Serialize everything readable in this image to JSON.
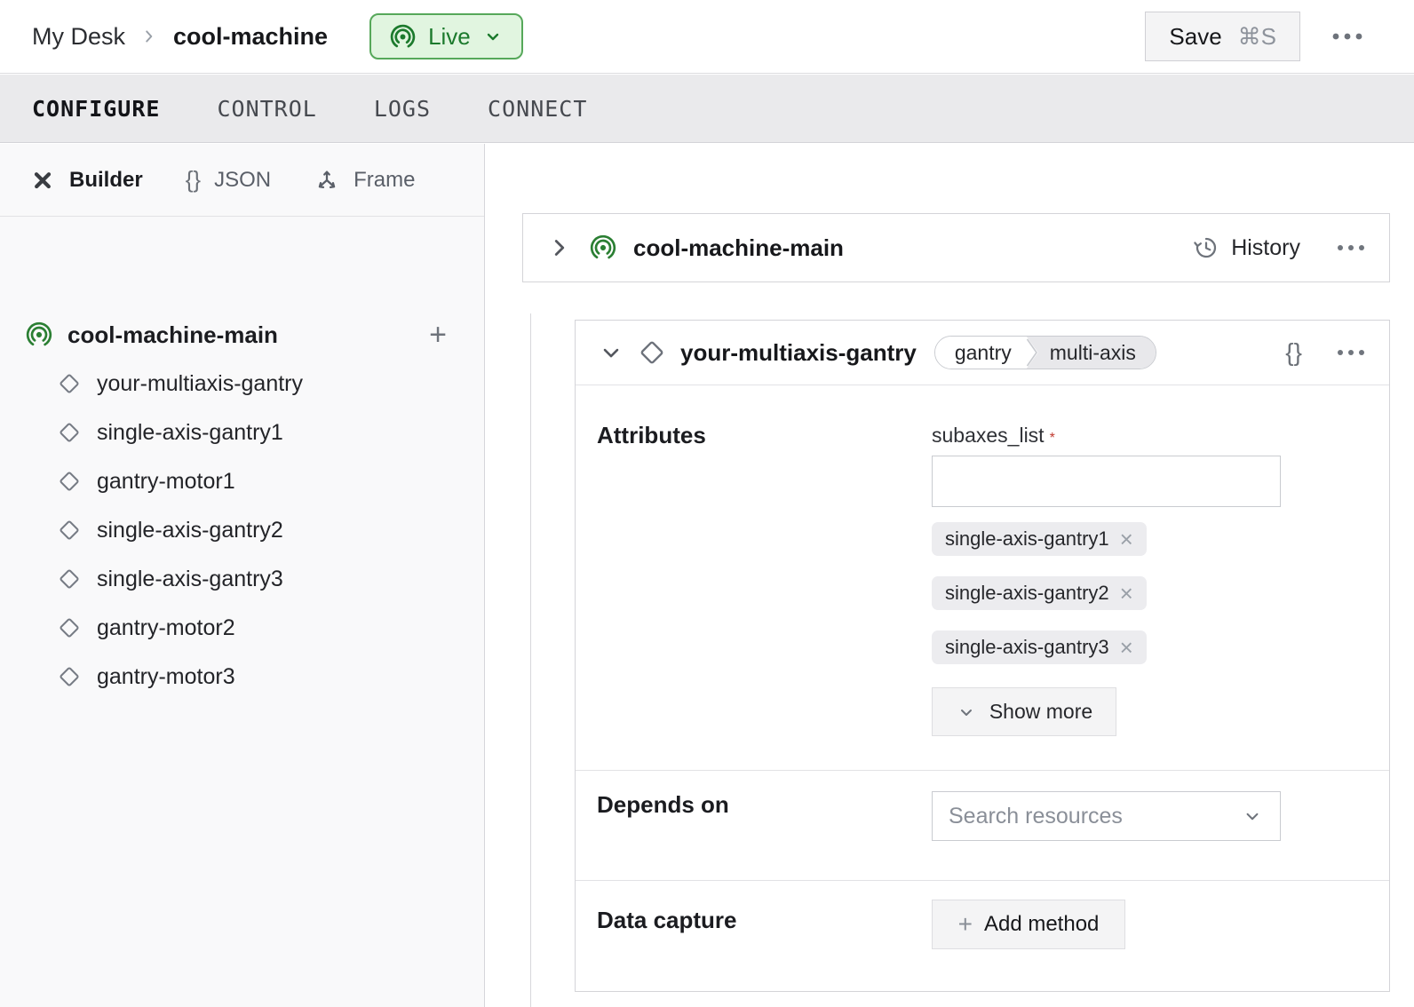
{
  "icons": {
    "close": "×",
    "plus": "+",
    "braces": "{}"
  },
  "topbar": {
    "breadcrumb": {
      "parent": "My Desk",
      "current": "cool-machine"
    },
    "status": {
      "label": "Live"
    },
    "save": {
      "label": "Save",
      "shortcut": "⌘S"
    }
  },
  "nav_tabs": [
    {
      "label": "CONFIGURE",
      "active": true
    },
    {
      "label": "CONTROL",
      "active": false
    },
    {
      "label": "LOGS",
      "active": false
    },
    {
      "label": "CONNECT",
      "active": false
    }
  ],
  "sidebar": {
    "view_tabs": [
      {
        "label": "Builder",
        "icon": "tools-icon",
        "active": true
      },
      {
        "label": "JSON",
        "icon": "braces-icon",
        "active": false
      },
      {
        "label": "Frame",
        "icon": "axes-icon",
        "active": false
      }
    ],
    "tree": {
      "root": "cool-machine-main",
      "children": [
        "your-multiaxis-gantry",
        "single-axis-gantry1",
        "gantry-motor1",
        "single-axis-gantry2",
        "single-axis-gantry3",
        "gantry-motor2",
        "gantry-motor3"
      ]
    }
  },
  "main": {
    "part_card": {
      "title": "cool-machine-main",
      "history_label": "History"
    },
    "component_card": {
      "title": "your-multiaxis-gantry",
      "tags": [
        "gantry",
        "multi-axis"
      ],
      "attributes": {
        "section_label": "Attributes",
        "field_label": "subaxes_list",
        "required_marker": "*",
        "input_value": "",
        "chips": [
          "single-axis-gantry1",
          "single-axis-gantry2",
          "single-axis-gantry3"
        ],
        "show_more_label": "Show more"
      },
      "depends_on": {
        "section_label": "Depends on",
        "placeholder": "Search resources"
      },
      "data_capture": {
        "section_label": "Data capture",
        "add_method_label": "Add method"
      }
    }
  },
  "colors": {
    "accent_green_dark": "#1c7a2d",
    "live_badge_bg": "#e1f5e0",
    "live_badge_border": "#56a85a",
    "required_red": "#c03a30",
    "chip_bg": "#ececef",
    "tag_segment_bg": "#e8e8eb",
    "tabbar_bg": "#eaeaec"
  }
}
